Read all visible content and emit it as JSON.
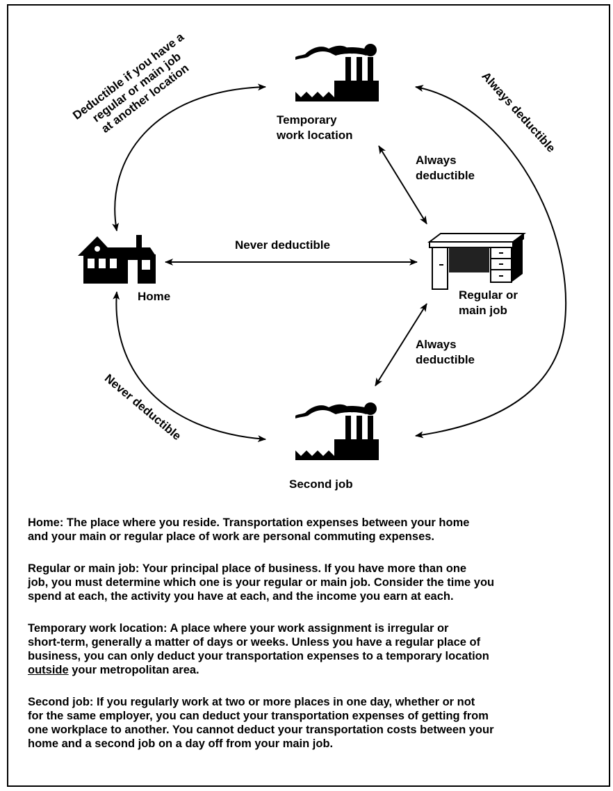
{
  "nodes": {
    "temporary": [
      "Temporary",
      "work location"
    ],
    "home": "Home",
    "regular": [
      "Regular or",
      "main job"
    ],
    "second": "Second job"
  },
  "edges": {
    "home_temporary": [
      "Deductible if you have a",
      "regular or main job",
      "at another location"
    ],
    "temporary_second": "Always deductible",
    "temporary_regular": [
      "Always",
      "deductible"
    ],
    "home_regular": "Never deductible",
    "regular_second": [
      "Always",
      "deductible"
    ],
    "home_second": "Never deductible"
  },
  "definitions": [
    {
      "term": "Home:",
      "lines": [
        " The place where you reside. Transportation expenses between your home",
        "and your main or regular place of work are personal commuting expenses."
      ]
    },
    {
      "term": "Regular or main job:",
      "lines": [
        " Your principal place of business. If you have more than one",
        "job, you must determine which one is your regular or main job. Consider the time you",
        "spend at each, the activity you have at each, and the income you earn at each."
      ]
    },
    {
      "term": "Temporary work location:",
      "lines": [
        " A place where your work assignment is irregular or",
        "short-term, generally a matter of days or weeks. Unless you have a regular place of",
        "business, you can only deduct your transportation expenses to a temporary location"
      ],
      "last_line_underlined": "outside",
      "last_line_rest": " your metropolitan area."
    },
    {
      "term": "Second job:",
      "lines": [
        " If you regularly work at two or more places in one day, whether or not",
        "for the same employer, you can deduct your transportation expenses of getting from",
        "one workplace to another. You cannot deduct your transportation costs between your",
        "home and a second job on a day off from your main job."
      ]
    }
  ]
}
